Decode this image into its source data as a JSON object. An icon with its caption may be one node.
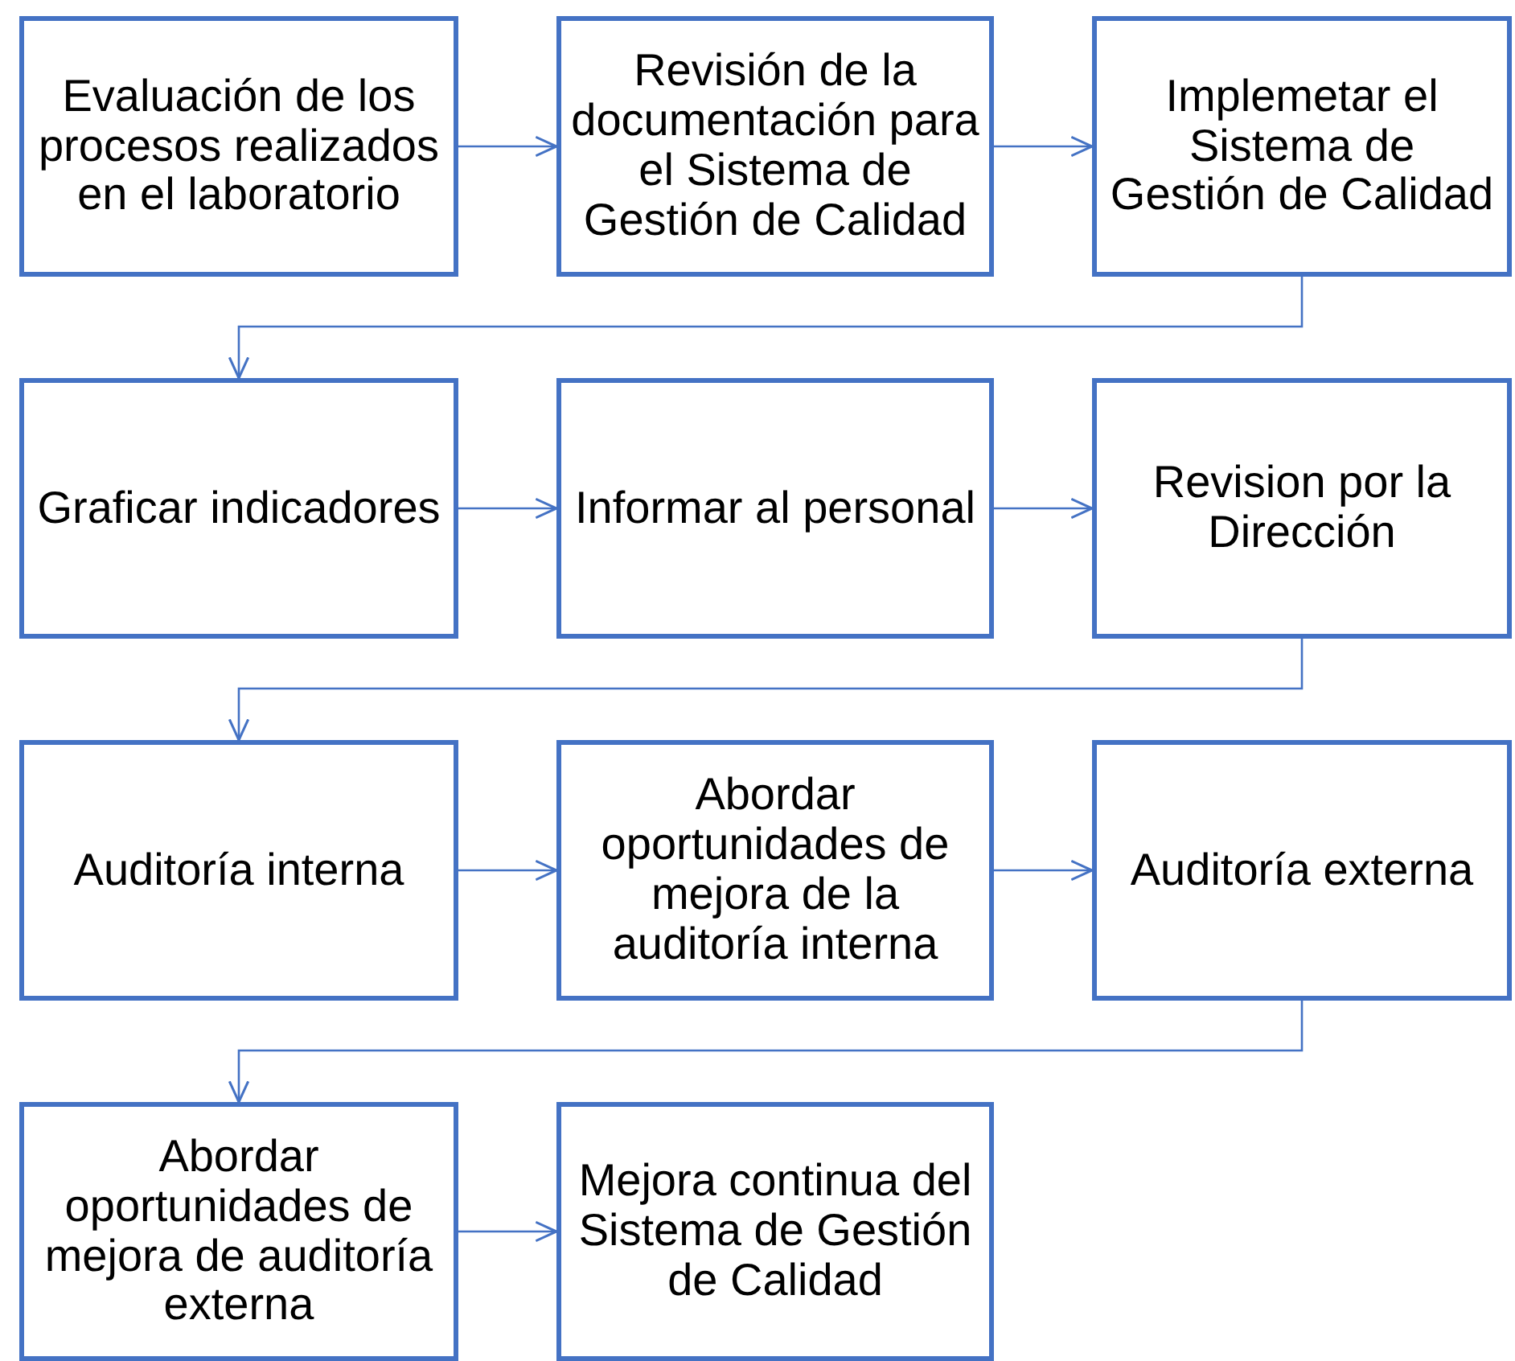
{
  "diagram": {
    "nodes": [
      {
        "text": [
          "Evaluación de los procesos realizados en el laboratorio"
        ]
      },
      {
        "text": [
          "Revisión de la documentación para el Sistema de Gestión de Calidad"
        ]
      },
      {
        "text": [
          "Implemetar el Sistema de Gestión de Calidad"
        ]
      },
      {
        "text": [
          "Graficar indicadores"
        ]
      },
      {
        "text": [
          "Informar al personal"
        ]
      },
      {
        "text": [
          "Revision por la Dirección"
        ]
      },
      {
        "text": [
          "Auditoría interna"
        ]
      },
      {
        "text": [
          "Abordar oportunidades de mejora de la auditoría interna"
        ]
      },
      {
        "text": [
          "Auditoría externa"
        ]
      },
      {
        "text": [
          "Abordar oportunidades de mejora de auditoría externa"
        ]
      },
      {
        "text": [
          "Mejora continua del Sistema de Gestión de Calidad"
        ]
      }
    ],
    "edges": [
      {
        "from": 0,
        "to": 1,
        "arrow": "to"
      },
      {
        "from": 1,
        "to": 2,
        "arrow": "to"
      },
      {
        "from": 2,
        "to": 3,
        "arrow": "to"
      },
      {
        "from": 3,
        "to": 4,
        "arrow": "to"
      },
      {
        "from": 4,
        "to": 5,
        "arrow": "to"
      },
      {
        "from": 5,
        "to": 6,
        "arrow": "to"
      },
      {
        "from": 6,
        "to": 7,
        "arrow": "to"
      },
      {
        "from": 7,
        "to": 8,
        "arrow": "to"
      },
      {
        "from": 8,
        "to": 9,
        "arrow": "to"
      },
      {
        "from": 9,
        "to": 10,
        "arrow": "to"
      }
    ]
  }
}
